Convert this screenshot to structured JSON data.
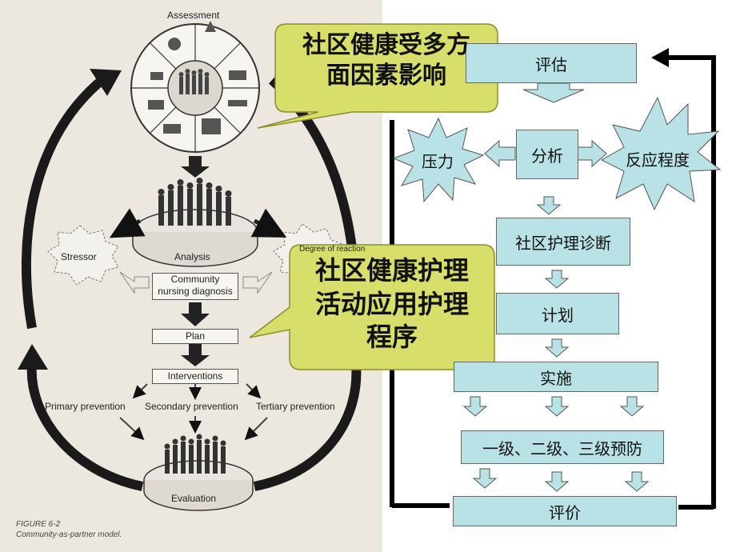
{
  "left_figure": {
    "assessment": "Assessment",
    "analysis": "Analysis",
    "stressor": "Stressor",
    "degree_of_reaction": "Degree of reaction",
    "community_nursing_diagnosis_1": "Community",
    "community_nursing_diagnosis_2": "nursing diagnosis",
    "plan": "Plan",
    "interventions": "Interventions",
    "primary_prevention": "Primary prevention",
    "secondary_prevention": "Secondary prevention",
    "tertiary_prevention": "Tertiary prevention",
    "evaluation": "Evaluation",
    "figure_number": "FIGURE 6-2",
    "figure_caption": "Community-as-partner model."
  },
  "right_flow": {
    "assess": "评估",
    "stress": "压力",
    "analysis": "分析",
    "reaction_degree": "反应程度",
    "diagnosis": "社区护理诊断",
    "plan": "计划",
    "implement": "实施",
    "prevention": "一级、二级、三级预防",
    "evaluate": "评价"
  },
  "callouts": {
    "top_line1": "社区健康受多方",
    "top_line2": "面因素影响",
    "mid_line1": "社区健康护理",
    "mid_line2": "活动应用护理",
    "mid_line3": "程序"
  },
  "colors": {
    "flow_box_fill": "#b9e2e6",
    "callout_fill": "#d7de6a",
    "scan_background": "#ece8e0"
  }
}
